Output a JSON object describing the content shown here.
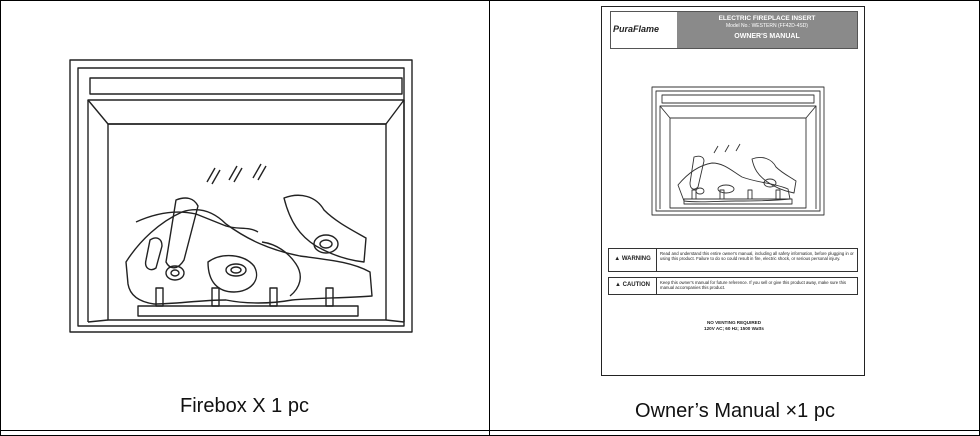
{
  "left_panel": {
    "caption": "Firebox X 1 pc"
  },
  "right_panel": {
    "caption": "Owner’s Manual ×1 pc",
    "manual": {
      "brand": "PuraFlame",
      "header_line1": "ELECTRIC FIREPLACE INSERT",
      "header_line2": "Model No.: WESTERN (FF42D-4SD)",
      "header_line3": "OWNER'S MANUAL",
      "warning_label": "WARNING",
      "warning_text": "Read and understand this entire owner's manual, including all safety information, before plugging in or using this product. Failure to do so could result in fire, electric shock, or serious personal injury.",
      "caution_label": "CAUTION",
      "caution_text": "Keep this owner's manual for future reference. If you sell or give this product away, make sure this manual accompanies this product.",
      "footer_line1": "NO VENTING REQUIRED",
      "footer_line2": "120V AC; 60 Hz; 1500 Watts"
    }
  }
}
